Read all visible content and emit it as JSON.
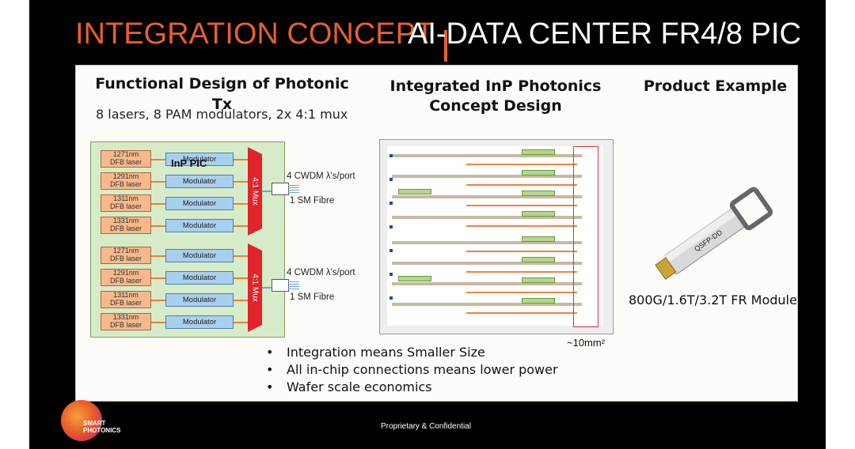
{
  "title": {
    "part1": "INTEGRATION CONCEPT",
    "part2": "AI-DATA CENTER FR4/8 PIC"
  },
  "left": {
    "heading": "Functional Design of Photonic Tx",
    "subheading": "8 lasers, 8 PAM modulators, 2x 4:1 mux",
    "lasers": [
      "1271nm\nDFB laser",
      "1291nm\nDFB laser",
      "1311nm\nDFB laser",
      "1331nm\nDFB laser",
      "1271nm\nDFB laser",
      "1291nm\nDFB laser",
      "1311nm\nDFB laser",
      "1331nm\nDFB laser"
    ],
    "modulator_label": "Modulator",
    "mux_label": "4:1 Mux",
    "pic_label": "InP PIC",
    "port1_cwdm": "4 CWDM λ's/port",
    "port1_fibre": "1 SM Fibre",
    "port2_cwdm": "4 CWDM λ's/port",
    "port2_fibre": "1 SM Fibre"
  },
  "middle": {
    "heading_line1": "Integrated InP Photonics",
    "heading_line2": "Concept Design",
    "area_label": "~10mm²"
  },
  "right": {
    "heading": "Product Example",
    "module_text": "QSFP-DD",
    "product_label": "800G/1.6T/3.2T FR Module"
  },
  "bullets": [
    "Integration means Smaller Size",
    "All in-chip connections means lower power",
    "Wafer scale economics"
  ],
  "footer": {
    "logo_line1": "SMART",
    "logo_line2": "PHOTONICS",
    "confidential": "Proprietary & Confidential"
  },
  "colors": {
    "title_accent": "#e8602a",
    "mux": "#e0242a",
    "laser": "#f7b98b",
    "modulator": "#a9cfee",
    "pic_bg": "#d6ecc9"
  }
}
